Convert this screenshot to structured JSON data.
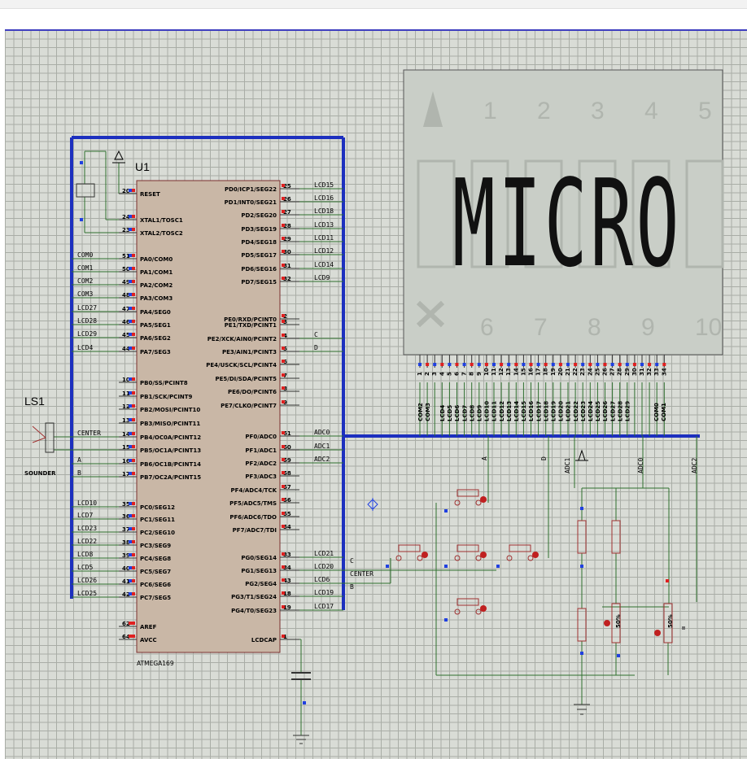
{
  "mcu": {
    "ref": "U1",
    "part": "ATMEGA169",
    "left_pins": [
      {
        "num": "20",
        "name": "RESET"
      },
      {
        "num": "24",
        "name": "XTAL1/TOSC1"
      },
      {
        "num": "23",
        "name": "XTAL2/TOSC2"
      },
      {
        "num": "51",
        "name": "PA0/COM0"
      },
      {
        "num": "50",
        "name": "PA1/COM1"
      },
      {
        "num": "49",
        "name": "PA2/COM2"
      },
      {
        "num": "48",
        "name": "PA3/COM3"
      },
      {
        "num": "47",
        "name": "PA4/SEG0"
      },
      {
        "num": "46",
        "name": "PA5/SEG1"
      },
      {
        "num": "45",
        "name": "PA6/SEG2"
      },
      {
        "num": "44",
        "name": "PA7/SEG3"
      },
      {
        "num": "10",
        "name": "PB0/SS/PCINT8"
      },
      {
        "num": "11",
        "name": "PB1/SCK/PCINT9"
      },
      {
        "num": "12",
        "name": "PB2/MOSI/PCINT10"
      },
      {
        "num": "13",
        "name": "PB3/MISO/PCINT11"
      },
      {
        "num": "14",
        "name": "PB4/OC0A/PCINT12"
      },
      {
        "num": "15",
        "name": "PB5/OC1A/PCINT13"
      },
      {
        "num": "16",
        "name": "PB6/OC1B/PCINT14"
      },
      {
        "num": "17",
        "name": "PB7/OC2A/PCINT15"
      },
      {
        "num": "35",
        "name": "PC0/SEG12"
      },
      {
        "num": "36",
        "name": "PC1/SEG11"
      },
      {
        "num": "37",
        "name": "PC2/SEG10"
      },
      {
        "num": "38",
        "name": "PC3/SEG9"
      },
      {
        "num": "39",
        "name": "PC4/SEG8"
      },
      {
        "num": "40",
        "name": "PC5/SEG7"
      },
      {
        "num": "41",
        "name": "PC6/SEG6"
      },
      {
        "num": "42",
        "name": "PC7/SEG5"
      },
      {
        "num": "62",
        "name": "AREF"
      },
      {
        "num": "64",
        "name": "AVCC"
      }
    ],
    "right_pins": [
      {
        "num": "25",
        "name": "PD0/ICP1/SEG22"
      },
      {
        "num": "26",
        "name": "PD1/INT0/SEG21"
      },
      {
        "num": "27",
        "name": "PD2/SEG20"
      },
      {
        "num": "28",
        "name": "PD3/SEG19"
      },
      {
        "num": "29",
        "name": "PD4/SEG18"
      },
      {
        "num": "30",
        "name": "PD5/SEG17"
      },
      {
        "num": "31",
        "name": "PD6/SEG16"
      },
      {
        "num": "32",
        "name": "PD7/SEG15"
      },
      {
        "num": "2",
        "name": "PE0/RXD/PCINT0"
      },
      {
        "num": "3",
        "name": "PE1/TXD/PCINT1"
      },
      {
        "num": "4",
        "name": "PE2/XCK/AIN0/PCINT2"
      },
      {
        "num": "5",
        "name": "PE3/AIN1/PCINT3"
      },
      {
        "num": "6",
        "name": "PE4/USCK/SCL/PCINT4"
      },
      {
        "num": "7",
        "name": "PE5/DI/SDA/PCINT5"
      },
      {
        "num": "8",
        "name": "PE6/DO/PCINT6"
      },
      {
        "num": "9",
        "name": "PE7/CLKO/PCINT7"
      },
      {
        "num": "61",
        "name": "PF0/ADC0"
      },
      {
        "num": "60",
        "name": "PF1/ADC1"
      },
      {
        "num": "59",
        "name": "PF2/ADC2"
      },
      {
        "num": "58",
        "name": "PF3/ADC3"
      },
      {
        "num": "57",
        "name": "PF4/ADC4/TCK"
      },
      {
        "num": "56",
        "name": "PF5/ADC5/TMS"
      },
      {
        "num": "55",
        "name": "PF6/ADC6/TDO"
      },
      {
        "num": "54",
        "name": "PF7/ADC7/TDI"
      },
      {
        "num": "33",
        "name": "PG0/SEG14"
      },
      {
        "num": "34",
        "name": "PG1/SEG13"
      },
      {
        "num": "43",
        "name": "PG2/SEG4"
      },
      {
        "num": "18",
        "name": "PG3/T1/SEG24"
      },
      {
        "num": "19",
        "name": "PG4/T0/SEG23"
      },
      {
        "num": "1",
        "name": "LCDCAP"
      }
    ]
  },
  "left_nets": [
    "COM0",
    "COM1",
    "COM2",
    "COM3",
    "LCD27",
    "LCD28",
    "LCD29",
    "LCD4",
    "CENTER",
    "A",
    "B",
    "LCD10",
    "LCD7",
    "LCD23",
    "LCD22",
    "LCD8",
    "LCD5",
    "LCD26",
    "LCD25"
  ],
  "right_nets": [
    "LCD15",
    "LCD16",
    "LCD18",
    "LCD13",
    "LCD11",
    "LCD12",
    "LCD14",
    "LCD9",
    "C",
    "D",
    "ADC0",
    "ADC1",
    "ADC2",
    "LCD21",
    "LCD20",
    "LCD6",
    "LCD19",
    "LCD17"
  ],
  "sounder": {
    "ref": "LS1",
    "name": "SOUNDER"
  },
  "lcd": {
    "text": "MICRO",
    "top_digits": [
      "1",
      "2",
      "3",
      "4",
      "5"
    ],
    "bottom_digits": [
      "6",
      "7",
      "8",
      "9",
      "10"
    ],
    "pin_numbers": [
      "1",
      "2",
      "3",
      "4",
      "5",
      "6",
      "7",
      "8",
      "9",
      "10",
      "11",
      "12",
      "13",
      "14",
      "15",
      "16",
      "17",
      "18",
      "19",
      "20",
      "21",
      "22",
      "23",
      "24",
      "25",
      "26",
      "27",
      "28",
      "29",
      "30",
      "31",
      "32",
      "33",
      "34"
    ],
    "pin_labels": [
      "COM2",
      "COM3",
      "LCD4",
      "LCD5",
      "LCD6",
      "LCD7",
      "LCD8",
      "LCD9",
      "LCD10",
      "LCD11",
      "LCD12",
      "LCD13",
      "LCD14",
      "LCD15",
      "LCD16",
      "LCD17",
      "LCD18",
      "LCD19",
      "LCD20",
      "LCD21",
      "LCD22",
      "LCD23",
      "LCD24",
      "LCD25",
      "LCD26",
      "LCD27",
      "LCD28",
      "LCD29",
      "COM0",
      "COM1"
    ]
  },
  "switch_labels": [
    "A",
    "D",
    "C",
    "CENTER",
    "B"
  ],
  "adc_labels": [
    "ADC1",
    "ADC0",
    "ADC2"
  ],
  "pot_labels": [
    "50%",
    "50%"
  ],
  "colors": {
    "bus": "#1c2fbf",
    "wire": "#2f6f2f",
    "chip_fill": "#c9b7a6",
    "chip_border": "#7a2f2f",
    "lcd_bg": "#c9cec7",
    "pin_red": "#e02020",
    "pin_blue": "#2040e0"
  }
}
